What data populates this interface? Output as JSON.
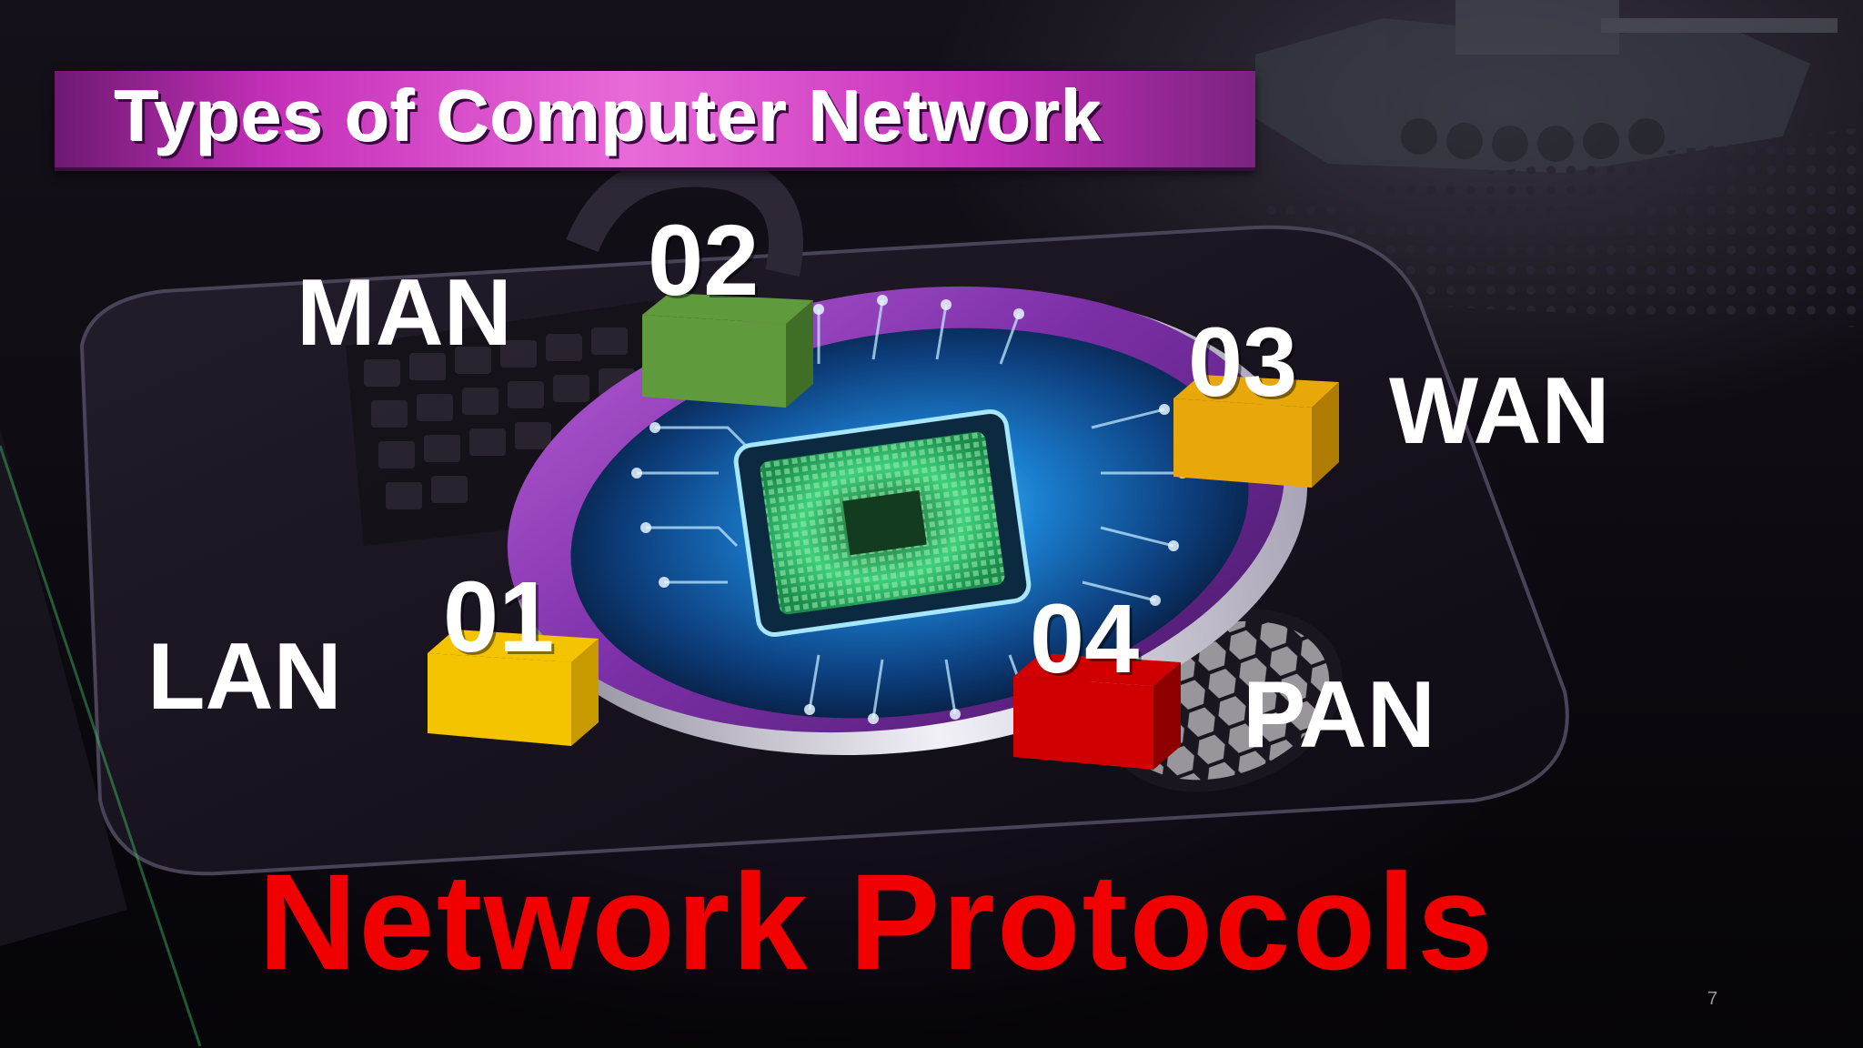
{
  "slide": {
    "title": "Types of Computer Network",
    "footer_title": "Network Protocols",
    "page_number": "7"
  },
  "network_types": [
    {
      "number": "01",
      "label": "LAN",
      "cube_color": "#f5c400"
    },
    {
      "number": "02",
      "label": "MAN",
      "cube_color": "#5f9a3c"
    },
    {
      "number": "03",
      "label": "WAN",
      "cube_color": "#e8a80a"
    },
    {
      "number": "04",
      "label": "PAN",
      "cube_color": "#d00000"
    }
  ],
  "colors": {
    "title_banner": "#c42fb8",
    "footer_text": "#f00000",
    "ring_purple": "#8a3fb0",
    "ring_white": "#e8e6ee",
    "circuit_blue": "#1b6fb8",
    "chip_green": "#36c76a"
  }
}
